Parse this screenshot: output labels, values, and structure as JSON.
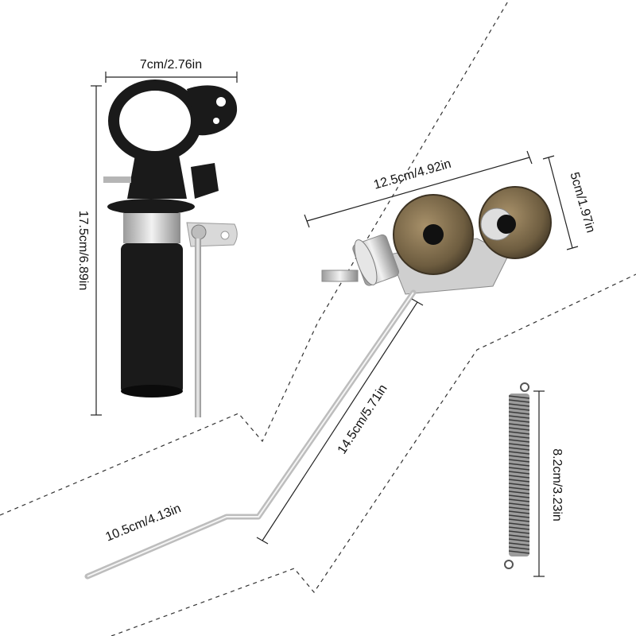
{
  "dimensions": {
    "handle_width": "7cm/2.76in",
    "handle_height": "17.5cm/6.89in",
    "cutter_length": "12.5cm/4.92in",
    "cutter_height": "5cm/1.97in",
    "rod_long": "14.5cm/5.71in",
    "rod_short": "10.5cm/4.13in",
    "spring_length": "8.2cm/3.23in"
  },
  "colors": {
    "handle": "#1a1a1a",
    "metal_light": "#e6e6e6",
    "metal_dark": "#8a8a8a",
    "bronze": "#7a6a4c",
    "bronze_dark": "#3f3527"
  }
}
